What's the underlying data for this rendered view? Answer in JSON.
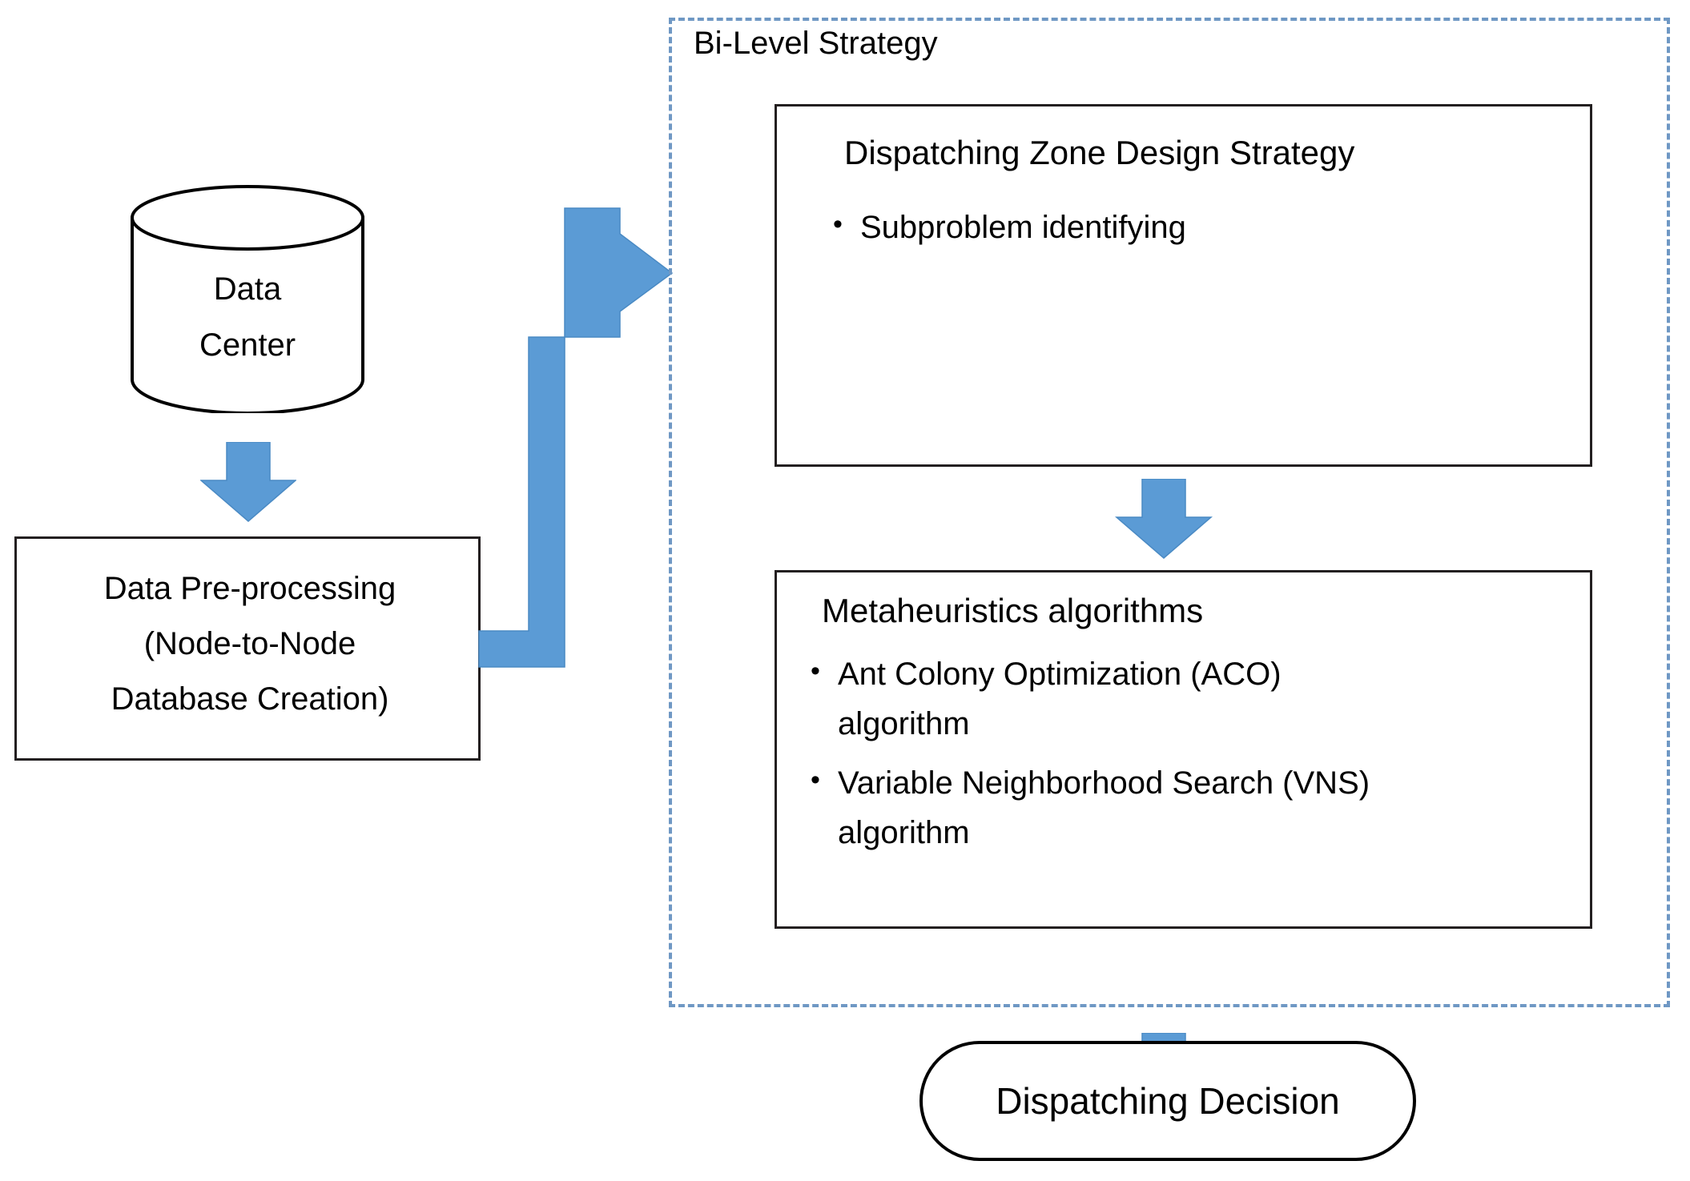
{
  "diagram": {
    "title_visible": false,
    "colors": {
      "arrow_blue": "#5b9bd5",
      "dashed_border_blue": "#6f98c4",
      "box_border": "#231f20",
      "background": "#ffffff",
      "text": "#000000"
    }
  },
  "left_column": {
    "data_center": {
      "label": "Data\nCenter",
      "shape": "cylinder"
    },
    "preprocessing": {
      "label": "Data Pre-processing\n(Node-to-Node\nDatabase Creation)",
      "shape": "rectangle"
    }
  },
  "bilevel_panel": {
    "title": "Bi-Level Strategy",
    "boxes": [
      {
        "title": "Dispatching Zone Design Strategy",
        "bullets": [
          "Subproblem identifying"
        ]
      },
      {
        "title": "Metaheuristics algorithms",
        "bullets": [
          "Ant Colony Optimization (ACO)\nalgorithm",
          "Variable Neighborhood Search (VNS)\nalgorithm"
        ]
      }
    ]
  },
  "output": {
    "label": "Dispatching Decision",
    "shape": "rounded-rectangle"
  },
  "arrows": [
    {
      "name": "data-center-to-preprocessing",
      "direction": "down"
    },
    {
      "name": "preprocessing-to-bilevel",
      "direction": "elbow-up-right"
    },
    {
      "name": "zone-to-metaheuristics",
      "direction": "down"
    },
    {
      "name": "metaheuristics-to-decision",
      "direction": "down"
    }
  ],
  "bullet_glyph": "•"
}
